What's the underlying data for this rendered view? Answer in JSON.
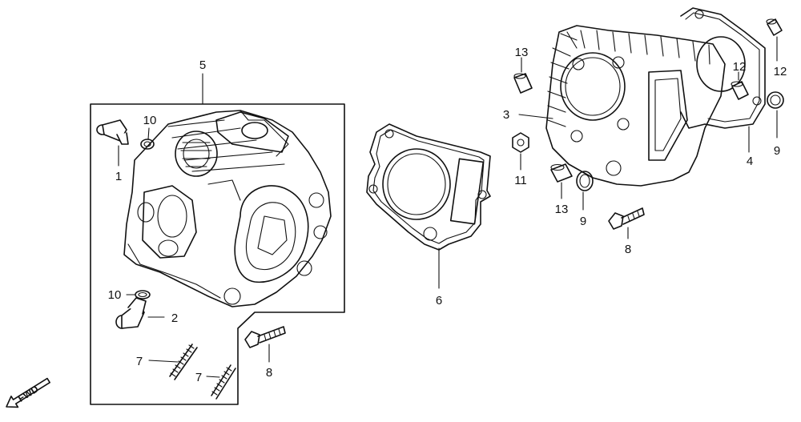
{
  "callouts": {
    "c1": "1",
    "c2": "2",
    "c3": "3",
    "c4": "4",
    "c5": "5",
    "c6": "6",
    "c7a": "7",
    "c7b": "7",
    "c8a": "8",
    "c8b": "8",
    "c9a": "9",
    "c9b": "9",
    "c10a": "10",
    "c10b": "10",
    "c11": "11",
    "c12a": "12",
    "c12b": "12",
    "c13a": "13",
    "c13b": "13"
  },
  "direction_label": "FWD",
  "colors": {
    "ink": "#111111",
    "paper": "#ffffff"
  }
}
